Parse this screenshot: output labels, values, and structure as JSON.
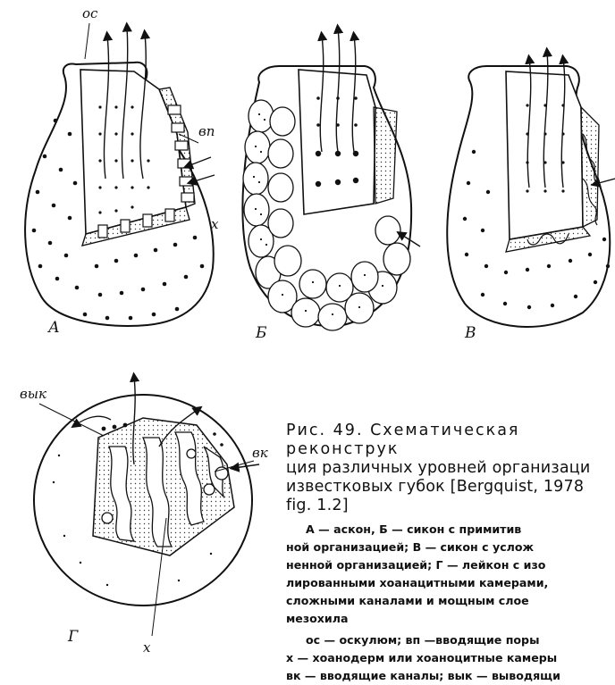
{
  "labels": {
    "os": "ос",
    "vp": "вп",
    "x_a": "х",
    "vyk": "вык",
    "vk": "вк",
    "x_g": "х"
  },
  "panels": {
    "a": "А",
    "b": "Б",
    "v": "В",
    "g": "Г"
  },
  "caption": {
    "title_lines": [
      "Рис. 49. Схематическая реконструк",
      "ция различных уровней организаци",
      "известковых губок [Bergquist, 1978",
      "fig. 1.2]"
    ],
    "desc_lines": [
      "А — аскон, Б — сикон с примитив",
      "ной организацией; В — сикон с услож",
      "ненной организацией; Г — лейкон с изо",
      "лированными хоанацитными камерами,",
      "сложными каналами и мощным слое",
      "мезохила"
    ],
    "legend_lines": [
      "ос — оскулюм; вп —вводящие поры",
      "х — хоанодерм или хоаноцитные камеры",
      "вк — вводящие каналы; вык — выводящи"
    ]
  }
}
